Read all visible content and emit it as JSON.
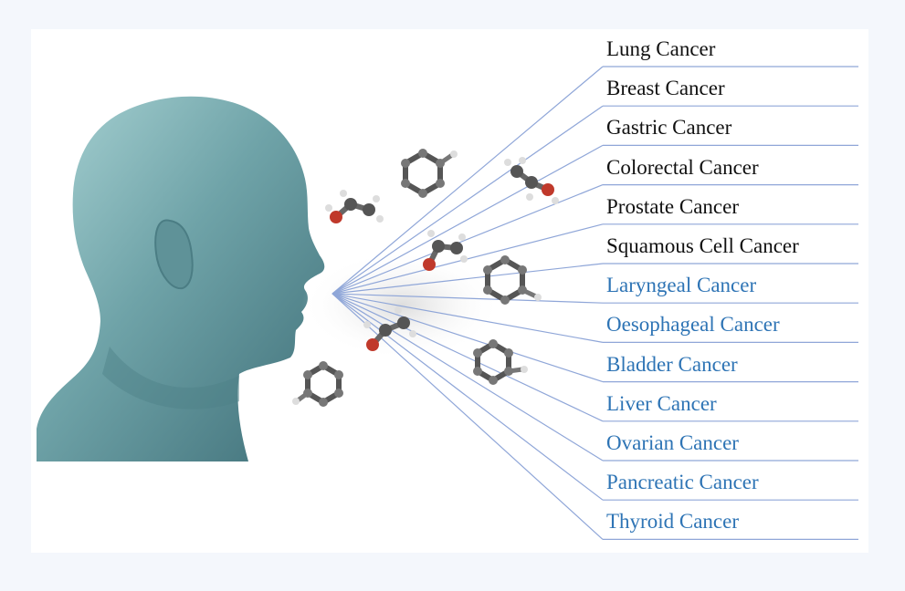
{
  "diagram": {
    "labels": [
      {
        "text": "Lung Cancer",
        "color": "#111111"
      },
      {
        "text": "Breast Cancer",
        "color": "#111111"
      },
      {
        "text": "Gastric Cancer",
        "color": "#111111"
      },
      {
        "text": "Colorectal Cancer",
        "color": "#111111"
      },
      {
        "text": "Prostate Cancer",
        "color": "#111111"
      },
      {
        "text": "Squamous Cell Cancer",
        "color": "#111111"
      },
      {
        "text": "Laryngeal Cancer",
        "color": "#2e74b5"
      },
      {
        "text": "Oesophageal Cancer",
        "color": "#2e74b5"
      },
      {
        "text": "Bladder Cancer",
        "color": "#2e74b5"
      },
      {
        "text": "Liver Cancer",
        "color": "#2e74b5"
      },
      {
        "text": "Ovarian Cancer",
        "color": "#2e74b5"
      },
      {
        "text": "Pancreatic Cancer",
        "color": "#2e74b5"
      },
      {
        "text": "Thyroid Cancer",
        "color": "#2e74b5"
      }
    ],
    "line_color": "#8fa6d8",
    "head_color": "#6fa3a8"
  }
}
